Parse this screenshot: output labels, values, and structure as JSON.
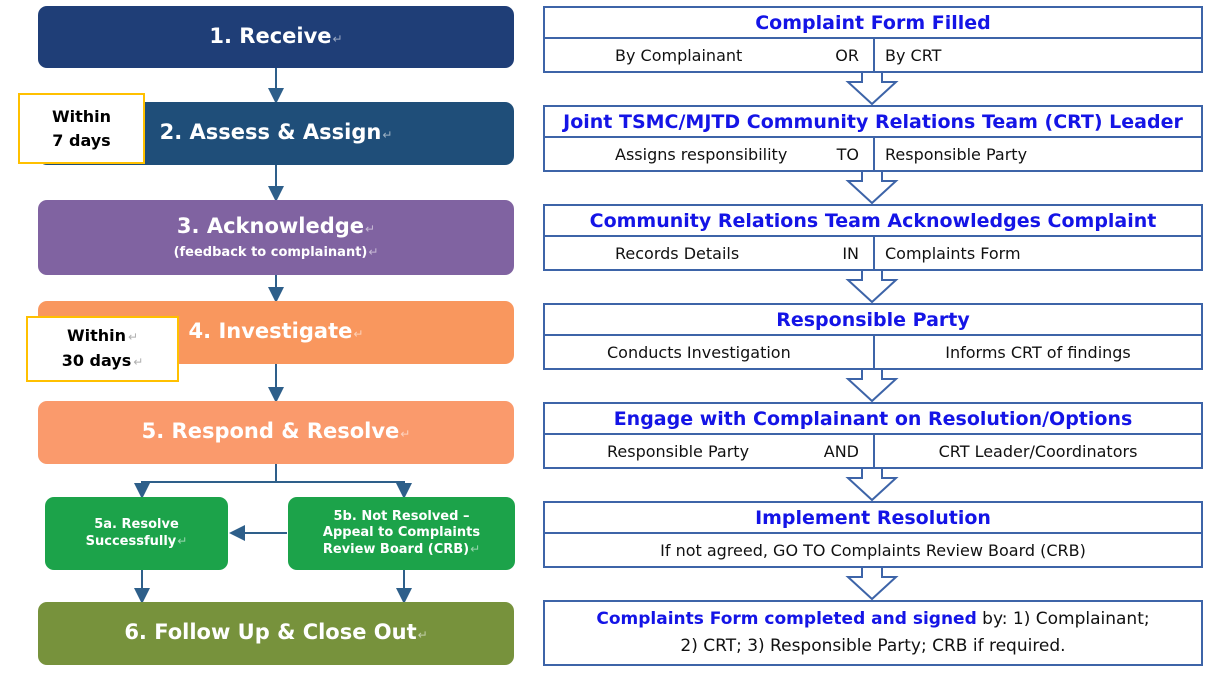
{
  "steps": {
    "s1": "1. Receive",
    "s2": "2. Assess & Assign",
    "s3": "3. Acknowledge",
    "s3_sub": "(feedback to complainant)",
    "s4": "4. Investigate",
    "s5": "5. Respond & Resolve",
    "s5a_l1": "5a. Resolve",
    "s5a_l2": "Successfully",
    "s5b_l1": "5b. Not Resolved –",
    "s5b_l2": "Appeal to Complaints",
    "s5b_l3": "Review Board (CRB)",
    "s6": "6. Follow Up & Close Out"
  },
  "timeframes": {
    "within": "Within",
    "w1": "7 days",
    "w2": "30 days"
  },
  "return_mark": "↵",
  "boxes": {
    "b1": {
      "title": "Complaint Form Filled",
      "left": "By Complainant",
      "mid": "OR",
      "right": "By CRT"
    },
    "b2": {
      "title": "Joint TSMC/MJTD Community Relations Team (CRT) Leader",
      "left": "Assigns responsibility",
      "mid": "TO",
      "right": "Responsible Party"
    },
    "b3": {
      "title": "Community Relations Team Acknowledges Complaint",
      "left": "Records Details",
      "mid": "IN",
      "right": "Complaints Form"
    },
    "b4": {
      "title": "Responsible Party",
      "left": "Conducts Investigation",
      "right": "Informs CRT of findings"
    },
    "b5": {
      "title": "Engage with Complainant on Resolution/Options",
      "left": "Responsible Party",
      "mid": "AND",
      "right": "CRT Leader/Coordinators"
    },
    "b6": {
      "title": "Implement Resolution",
      "text": "If not agreed, GO TO Complaints Review Board (CRB)"
    },
    "b7": {
      "bold": "Complaints Form completed and signed",
      "rest": " by: 1) Complainant;",
      "line2": "2) CRT; 3) Responsible Party; CRB if required."
    }
  }
}
